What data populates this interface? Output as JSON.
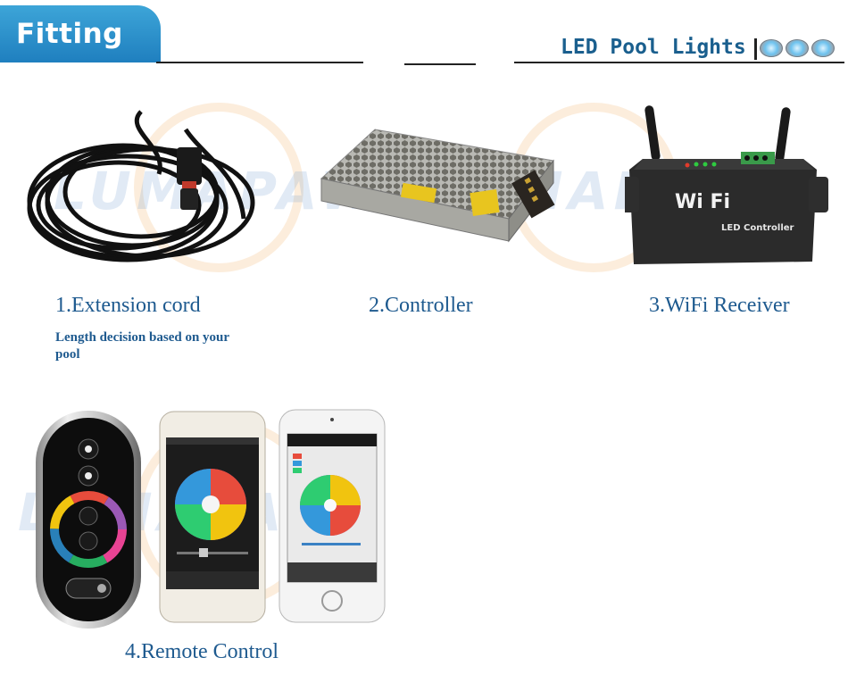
{
  "header": {
    "section_title": "Fitting",
    "brand_title": "LED Pool Lights"
  },
  "watermark_text": "LUMAPAWS",
  "products": [
    {
      "caption": "1.Extension cord",
      "note": "Length decision based on your pool"
    },
    {
      "caption": "2.Controller"
    },
    {
      "caption": "3.WiFi Receiver",
      "device_logo": "Wi Fi",
      "device_label": "LED Controller"
    },
    {
      "caption": "4.Remote Control"
    }
  ],
  "colors": {
    "header_blue": "#2a8fcc",
    "caption_blue": "#1e5a8f",
    "brand_blue": "#1a5f8e"
  }
}
